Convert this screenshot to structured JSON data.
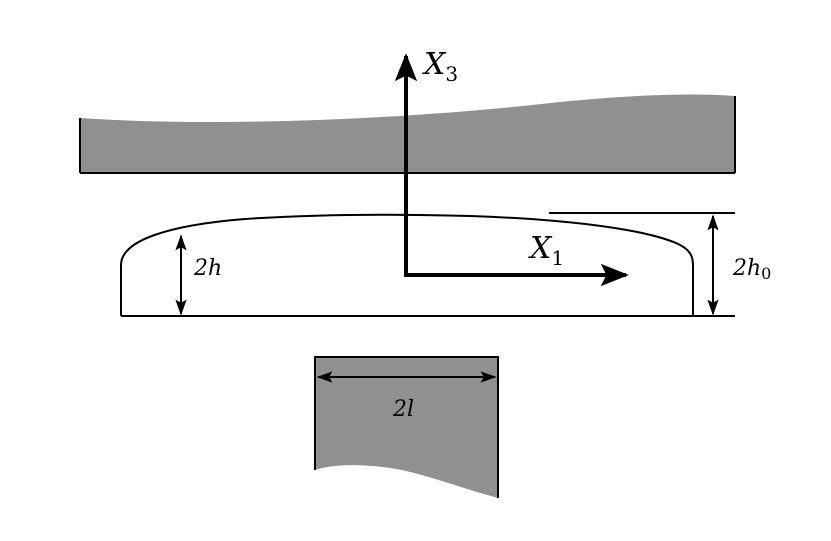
{
  "labels": {
    "x3": "X",
    "x3_sub": "3",
    "x1": "X",
    "x1_sub": "1",
    "thickness": "2h",
    "thickness_max_prefix": "2h",
    "thickness_max_sub": "0",
    "width": "2l"
  },
  "colors": {
    "fill_gray": "#909090",
    "stroke": "#000000",
    "background": "#ffffff"
  }
}
